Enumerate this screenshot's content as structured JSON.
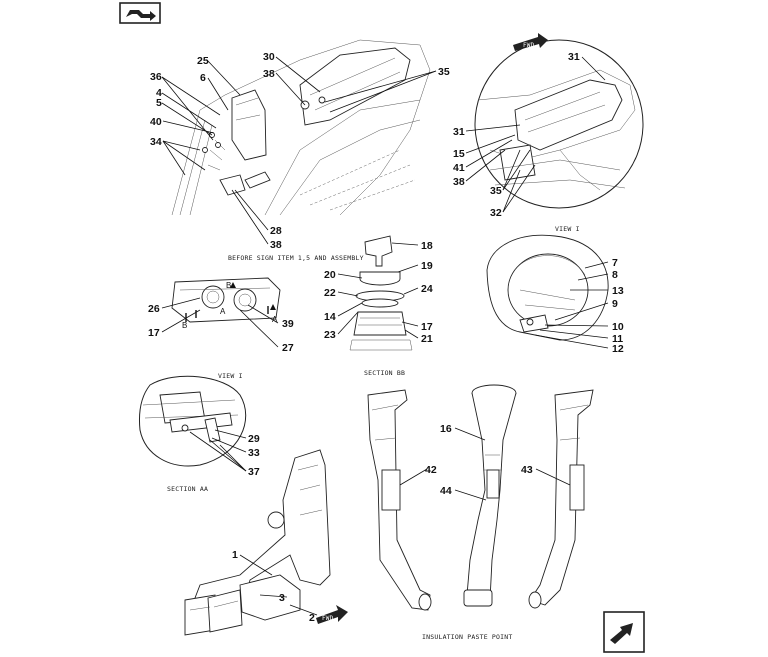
{
  "captions": {
    "before_sign": "BEFORE SIGN ITEM 1,5 AND ASSEMBLY",
    "view_i_top": "VIEW I",
    "view_i_left": "VIEW I",
    "section_bb": "SECTION BB",
    "section_aa": "SECTION AA",
    "insulation": "INSULATION PASTE POINT"
  },
  "letters": {
    "fwd_top": "FWD",
    "fwd_bottom": "FWD",
    "b1": "B",
    "b2": "B",
    "a1": "A",
    "a2": "A"
  },
  "callouts": {
    "n25": "25",
    "n6": "6",
    "n36": "36",
    "n4": "4",
    "n5": "5",
    "n40": "40",
    "n34": "34",
    "n30": "30",
    "n38a": "38",
    "n35a": "35",
    "n28": "28",
    "n38b": "38",
    "n31a": "31",
    "n31b": "31",
    "n15": "15",
    "n41": "41",
    "n38c": "38",
    "n35b": "35",
    "n32": "32",
    "n18": "18",
    "n19": "19",
    "n20": "20",
    "n24": "24",
    "n22": "22",
    "n14": "14",
    "n23": "23",
    "n17a": "17",
    "n21": "21",
    "n26": "26",
    "n17b": "17",
    "n39": "39",
    "n27": "27",
    "n7": "7",
    "n8": "8",
    "n13": "13",
    "n9": "9",
    "n10": "10",
    "n11": "11",
    "n12": "12",
    "n29": "29",
    "n33": "33",
    "n37": "37",
    "n16": "16",
    "n42": "42",
    "n44": "44",
    "n43": "43",
    "n1": "1",
    "n3": "3",
    "n2": "2"
  },
  "icons": {
    "top_left": "book-arrow-icon",
    "bottom_right": "next-page-arrow-icon"
  }
}
